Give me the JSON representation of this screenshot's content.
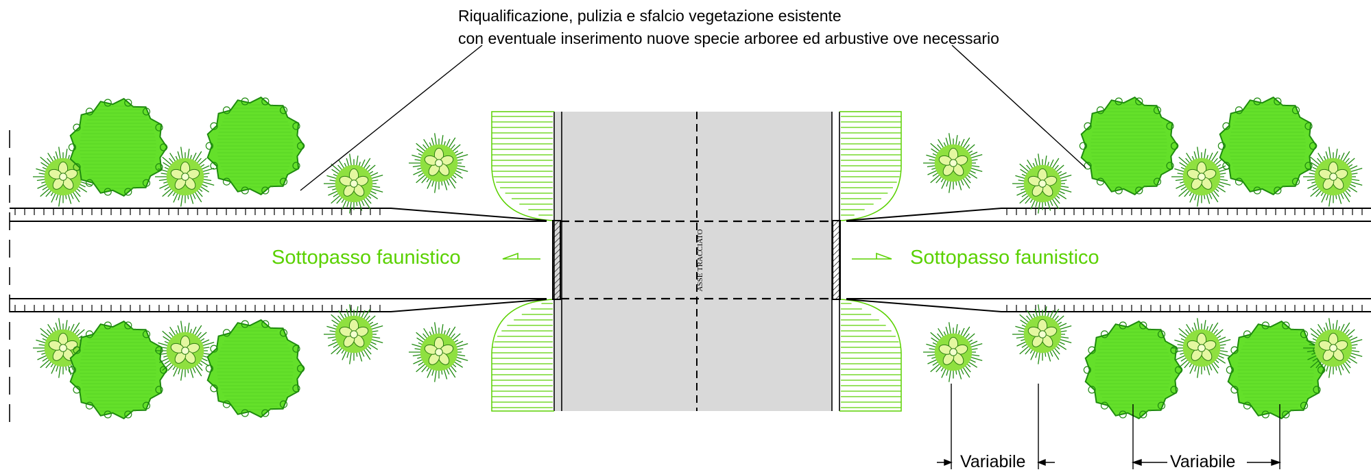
{
  "annotation": {
    "line1": "Riqualificazione, pulizia e sfalcio vegetazione esistente",
    "line2": "con eventuale inserimento  nuove specie arboree ed arbustive ove necessario"
  },
  "labels": {
    "left": "Sottopasso faunistico",
    "right": "Sottopasso faunistico",
    "axis": "ASSE TRACCIATO"
  },
  "dimensions": [
    "Variabile",
    "Variabile"
  ],
  "colors": {
    "vegetation_light": "#64e02a",
    "vegetation_dark": "#1f8a0f",
    "shrub_center": "#e4f7a0",
    "label_green": "#5ad100",
    "road": "#d9d9d9",
    "line": "#000000"
  }
}
